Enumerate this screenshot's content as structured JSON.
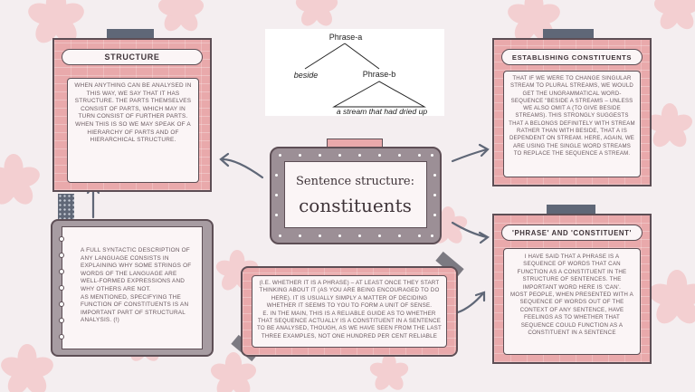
{
  "structure": {
    "title": "STRUCTURE",
    "text": "When anything can be analysed in this way, we say that it has structure. The parts themselves consist of parts, which may in turn consist of further parts. When this is so we may speak of a hierarchy of parts and of hierarchical structure."
  },
  "tree": {
    "root": "Phrase-a",
    "left": "beside",
    "right": "Phrase-b",
    "leaf": "a stream that had dried up"
  },
  "center": {
    "line1": "Sentence structure:",
    "line2": "constituents"
  },
  "syntactic": {
    "text1": "A full syntactic description of any language consists in explaining why some strings of words of the language are well-formed expressions and why others are not.",
    "text2": "As mentioned, specifying the function of constituents is an important part of structural analysis. (!)"
  },
  "establishing": {
    "title": "ESTABLISHING CONSTITUENTS",
    "text": "That if we were to change singular stream to plural streams, we would get the ungrammatical word-sequence \"beside a streams – unless we also omit a (to give beside streams). This strongly suggests that a belongs definitely with stream rather than with beside, that a is dependent on stream. Here, again, we are using the single word streams to replace the sequence a stream."
  },
  "phrase": {
    "title": "'PHRASE' AND 'CONSTITUENT'",
    "text1": "I have said that a phrase is a sequence of words that can function as a constituent in the structure of sentences. The important word here is 'can'.",
    "text2": "Most people, when presented with a sequence of words out of the context of any sentence, have feelings as to whether that sequence could function as a constituent in a sentence"
  },
  "note": {
    "text1": "(i.e. whether it is a phrase) – at least once they start thinking about it (as you are being encouraged to do here). It is usually simply a matter of deciding whether it seems to you to form a unit of sense.",
    "text2": "E. In the main, this is a reliable guide as to whether that sequence actually is a constituent in a sentence to be analysed, though, as we have seen from the last three examples, not one hundred per cent reliable"
  },
  "colors": {
    "background": "#f4eef0",
    "pink": "#e9a9ab",
    "slate": "#5f6777",
    "frame": "#5d4e55",
    "cream": "#fbf5f6"
  }
}
